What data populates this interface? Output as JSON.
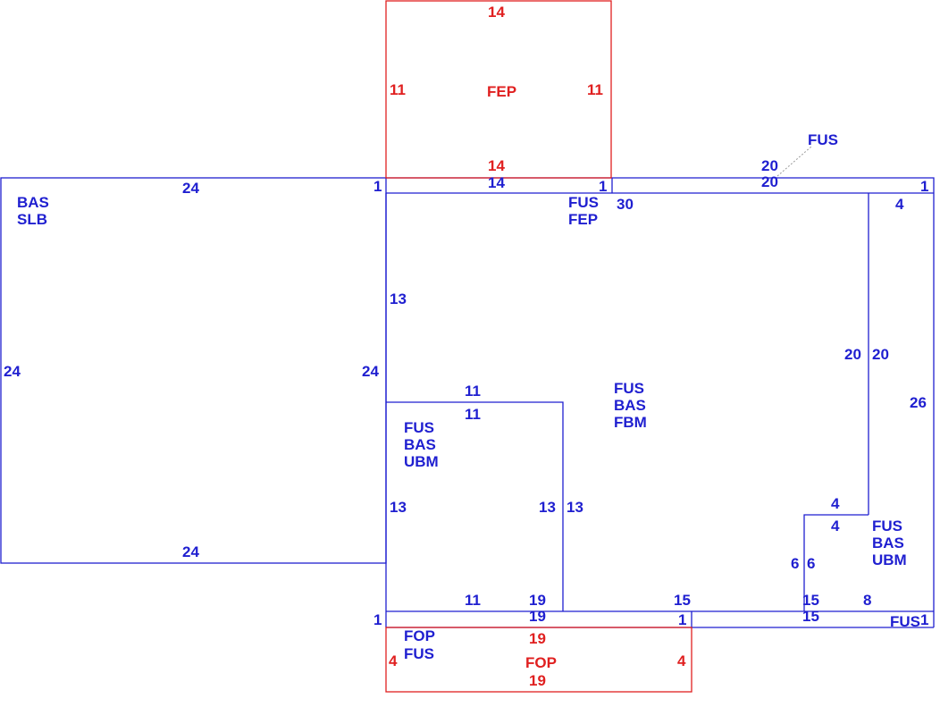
{
  "colors": {
    "blue": "#1f1fd0",
    "red": "#e02020"
  },
  "areas": {
    "bas_slb": {
      "line1": "BAS",
      "line2": "SLB"
    },
    "fus_bas_fbm": {
      "line1": "FUS",
      "line2": "BAS",
      "line3": "FBM"
    },
    "fus_bas_ubm_left": {
      "line1": "FUS",
      "line2": "BAS",
      "line3": "UBM"
    },
    "fus_bas_ubm_right": {
      "line1": "FUS",
      "line2": "BAS",
      "line3": "UBM"
    },
    "fep": {
      "label": "FEP"
    },
    "fus_fep": {
      "line1": "FUS",
      "line2": "FEP"
    },
    "fus_top_callout": {
      "label": "FUS"
    },
    "fop": {
      "label": "FOP"
    },
    "fop_fus": {
      "line1": "FOP",
      "line2": "FUS"
    },
    "fus_bottom_right": {
      "label": "FUS"
    }
  },
  "dimensions": {
    "bas_top": "24",
    "bas_bottom": "24",
    "bas_left": "24",
    "bas_right": "24",
    "fep_top": "14",
    "fep_left": "11",
    "fep_right": "11",
    "fep_bottom": "14",
    "strip_top_left_1": "1",
    "strip_inner_14": "14",
    "strip_top_mid_1": "1",
    "top_right_strip_20a": "20",
    "top_right_strip_20b": "20",
    "top_right_strip_1": "1",
    "main_top_30": "30",
    "right_top_4": "4",
    "main_left_13_upper": "13",
    "main_left_13_lower": "13",
    "right_inner_20a": "20",
    "right_inner_20b": "20",
    "right_outer_26": "26",
    "ubm_top_11a": "11",
    "ubm_top_11b": "11",
    "ubm_right_13a": "13",
    "ubm_right_13b": "13",
    "ubm_bottom_11": "11",
    "notch_4a": "4",
    "notch_4b": "4",
    "notch_6a": "6",
    "notch_6b": "6",
    "bottom_19a": "19",
    "bottom_19b": "19",
    "bottom_15": "15",
    "bottom_15b": "15",
    "bottom_15c": "15",
    "bottom_8": "8",
    "bottom_left_1": "1",
    "bottom_mid_1": "1",
    "bottom_right_1": "1",
    "fop_top": "19",
    "fop_left": "4",
    "fop_right": "4",
    "fop_bottom": "19"
  }
}
